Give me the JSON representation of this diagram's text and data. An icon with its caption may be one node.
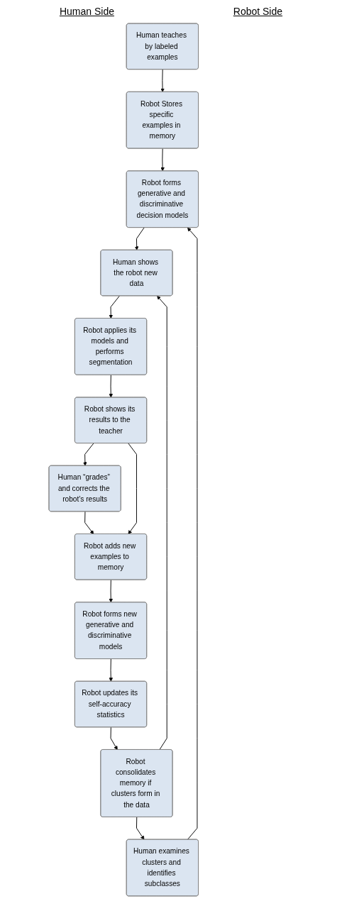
{
  "diagram": {
    "nodes": [
      {
        "text": [
          "Human teaches by labeled examples"
        ]
      },
      {
        "text": [
          "Robot Stores specific examples in memory"
        ]
      },
      {
        "text": [
          "Human shows the robot new data"
        ]
      },
      {
        "text": [
          "Robot forms generative and discriminative decision models"
        ]
      },
      {
        "text": [
          "Robot applies its models and performs segmentation"
        ]
      },
      {
        "text": [
          "Human “grades” and corrects the robot’s results"
        ]
      },
      {
        "text": [
          "Robot shows its results to the teacher"
        ]
      },
      {
        "text": [
          "Robot adds new examples to memory"
        ]
      },
      {
        "text": [
          "Robot forms new generative and discriminative models"
        ]
      },
      {
        "text": [
          "Robot updates its self-accuracy statistics"
        ]
      },
      {
        "text": [
          "Human examines clusters and identifies subclasses"
        ]
      },
      {
        "text": [
          "Robot consolidates memory if clusters form in the data"
        ]
      }
    ],
    "edges": [
      {
        "from": 0,
        "to": 1,
        "arrow": "to"
      },
      {
        "from": 1,
        "to": 3,
        "arrow": "to"
      },
      {
        "from": 3,
        "to": 2,
        "arrow": "to"
      },
      {
        "from": 2,
        "to": 4,
        "arrow": "to"
      },
      {
        "from": 4,
        "to": 6,
        "arrow": "to"
      },
      {
        "from": 6,
        "to": 5,
        "arrow": "to"
      },
      {
        "from": 5,
        "to": 7,
        "arrow": "to"
      },
      {
        "from": 6,
        "to": 7,
        "arrow": "to"
      },
      {
        "from": 7,
        "to": 8,
        "arrow": "to"
      },
      {
        "from": 8,
        "to": 9,
        "arrow": "to"
      },
      {
        "from": 9,
        "to": 11,
        "arrow": "to"
      },
      {
        "from": 11,
        "to": 10,
        "arrow": "to"
      },
      {
        "from": 10,
        "to": 3,
        "arrow": "to"
      },
      {
        "from": 11,
        "to": 2,
        "arrow": "to"
      }
    ],
    "labels": [
      "Human Side",
      "Robot Side"
    ]
  }
}
